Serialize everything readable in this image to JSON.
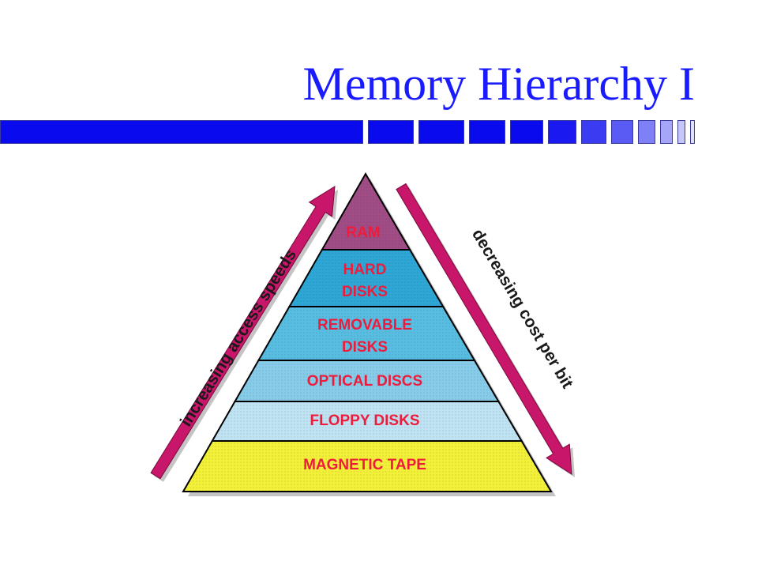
{
  "slide": {
    "title": "Memory Hierarchy I"
  },
  "pyramid": {
    "tiers": [
      {
        "lines": [
          "RAM"
        ],
        "color": "#a04d86"
      },
      {
        "lines": [
          "HARD",
          "DISKS"
        ],
        "color": "#2fa7d6"
      },
      {
        "lines": [
          "REMOVABLE",
          "DISKS"
        ],
        "color": "#58bde0"
      },
      {
        "lines": [
          "OPTICAL DISCS"
        ],
        "color": "#86cbe8"
      },
      {
        "lines": [
          "FLOPPY DISKS"
        ],
        "color": "#bfe3f2"
      },
      {
        "lines": [
          "MAGNETIC TAPE"
        ],
        "color": "#f3f03a"
      }
    ],
    "left_arrow_label": "increasing access speeds",
    "right_arrow_label": "decreasing cost per bit",
    "arrow_color": "#c8166a"
  },
  "colors": {
    "title": "#1a1aff",
    "bar_blue": "#0a0aee",
    "label_red": "#ee1c3c"
  }
}
